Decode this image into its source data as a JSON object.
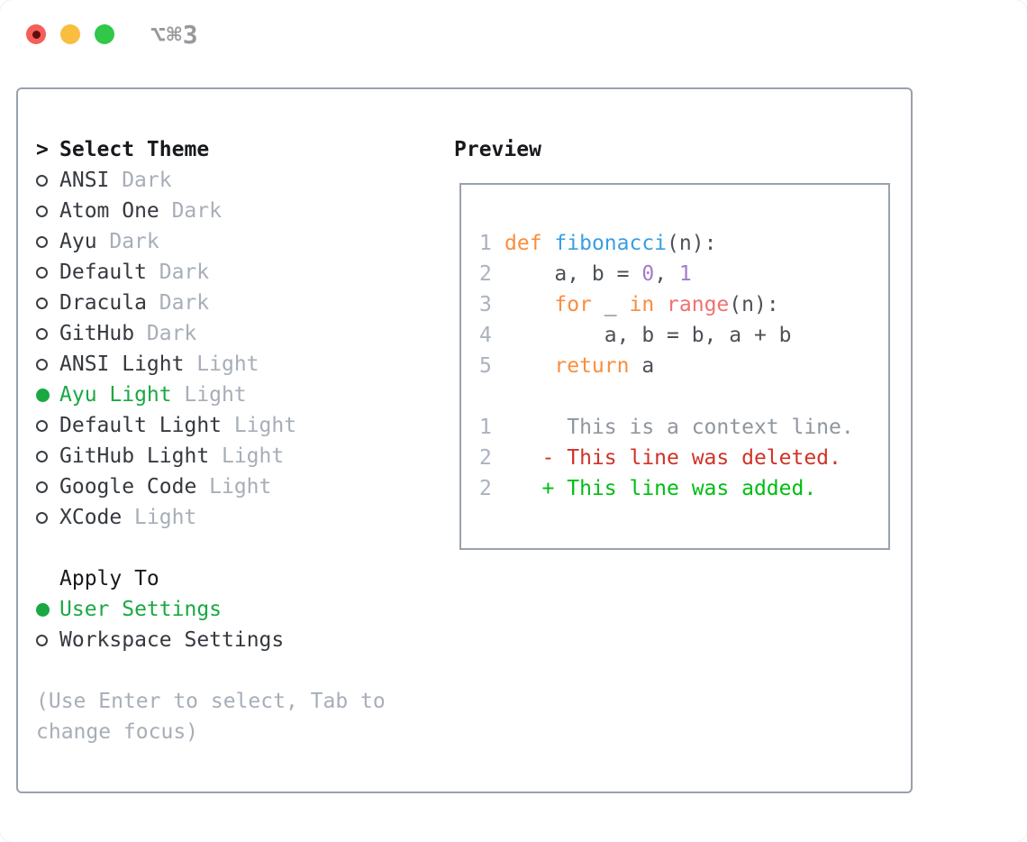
{
  "window": {
    "shortcut": "⌥⌘3",
    "traffic_lights": [
      "close",
      "minimize",
      "zoom"
    ]
  },
  "theme_list": {
    "prompt": ">",
    "header": "Select Theme",
    "items": [
      {
        "label": "ANSI",
        "variant": "Dark",
        "selected": false
      },
      {
        "label": "Atom One",
        "variant": "Dark",
        "selected": false
      },
      {
        "label": "Ayu",
        "variant": "Dark",
        "selected": false
      },
      {
        "label": "Default",
        "variant": "Dark",
        "selected": false
      },
      {
        "label": "Dracula",
        "variant": "Dark",
        "selected": false
      },
      {
        "label": "GitHub",
        "variant": "Dark",
        "selected": false
      },
      {
        "label": "ANSI Light",
        "variant": "Light",
        "selected": false
      },
      {
        "label": "Ayu Light",
        "variant": "Light",
        "selected": true
      },
      {
        "label": "Default Light",
        "variant": "Light",
        "selected": false
      },
      {
        "label": "GitHub Light",
        "variant": "Light",
        "selected": false
      },
      {
        "label": "Google Code",
        "variant": "Light",
        "selected": false
      },
      {
        "label": "XCode",
        "variant": "Light",
        "selected": false
      }
    ]
  },
  "apply_to": {
    "header": "Apply To",
    "options": [
      {
        "label": "User Settings",
        "selected": true
      },
      {
        "label": "Workspace Settings",
        "selected": false
      }
    ]
  },
  "hint": "(Use Enter to select, Tab to change focus)",
  "preview": {
    "title": "Preview",
    "lines": [
      {
        "num": "1",
        "segments": [
          {
            "text": "def",
            "color": "keyword"
          },
          {
            "text": " ",
            "color": "code_default"
          },
          {
            "text": "fibonacci",
            "color": "function"
          },
          {
            "text": "(n):",
            "color": "code_default"
          }
        ]
      },
      {
        "num": "2",
        "segments": [
          {
            "text": "    a, b = ",
            "color": "code_default"
          },
          {
            "text": "0",
            "color": "number"
          },
          {
            "text": ", ",
            "color": "code_default"
          },
          {
            "text": "1",
            "color": "number"
          }
        ]
      },
      {
        "num": "3",
        "segments": [
          {
            "text": "    ",
            "color": "code_default"
          },
          {
            "text": "for",
            "color": "keyword"
          },
          {
            "text": " _ ",
            "color": "code_default"
          },
          {
            "text": "in",
            "color": "keyword"
          },
          {
            "text": " ",
            "color": "code_default"
          },
          {
            "text": "range",
            "color": "markup"
          },
          {
            "text": "(n):",
            "color": "code_default"
          }
        ]
      },
      {
        "num": "4",
        "segments": [
          {
            "text": "        a, b = b, a + b",
            "color": "code_default"
          }
        ]
      },
      {
        "num": "5",
        "segments": [
          {
            "text": "    ",
            "color": "code_default"
          },
          {
            "text": "return",
            "color": "keyword"
          },
          {
            "text": " a",
            "color": "code_default"
          }
        ]
      },
      {
        "num": "",
        "segments": []
      },
      {
        "num": "1",
        "segments": [
          {
            "text": "     This is a context line.",
            "color": "context"
          }
        ]
      },
      {
        "num": "2",
        "segments": [
          {
            "text": "   - This line was deleted.",
            "color": "deleted"
          }
        ]
      },
      {
        "num": "2",
        "segments": [
          {
            "text": "   + This line was added.",
            "color": "added"
          }
        ]
      }
    ]
  },
  "colors": {
    "accent": "#1aa842",
    "heading": "#17191c",
    "item_text": "#35393f",
    "muted": "#a7aeb8",
    "border": "#99a1ab",
    "border_box": "#9aa2ac",
    "radio_stroke": "#3a3f45",
    "line_number": "#a9b2bd",
    "code_default": "#4c5158",
    "keyword": "#fa8d3e",
    "function": "#399ee6",
    "number": "#a37acc",
    "markup": "#f07171",
    "context": "#8f969e",
    "deleted": "#d03227",
    "added": "#00bd12",
    "title_gray": "#98989d",
    "tl_red": "#f45f58",
    "tl_yellow": "#f9bd40",
    "tl_green": "#31c748",
    "tl_dot": "#5e0f0f"
  }
}
